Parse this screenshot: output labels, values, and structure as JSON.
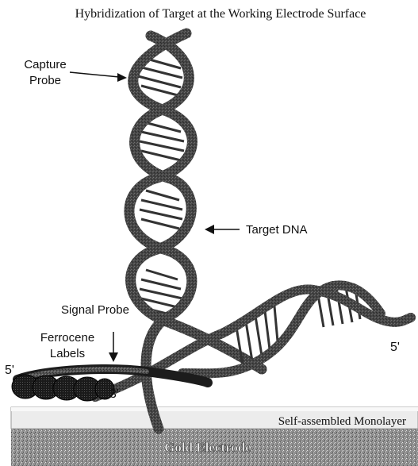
{
  "title": "Hybridization of Target at the Working Electrode Surface",
  "labels": {
    "capture_probe_line1": "Capture",
    "capture_probe_line2": "Probe",
    "target_dna": "Target DNA",
    "signal_probe": "Signal Probe",
    "ferrocene_line1": "Ferrocene",
    "ferrocene_line2": "Labels",
    "five_prime_left": "5'",
    "three_prime": "3'",
    "five_prime_right": "5'",
    "monolayer": "Self-assembled Monolayer",
    "gold": "Gold Electrode"
  },
  "colors": {
    "strand": "#1c1c1c",
    "backbone_speckle": "#555555",
    "rung": "#2a2a2a",
    "monolayer": "#eeeeee",
    "gold": "#9a9a9a",
    "background": "#ffffff"
  }
}
